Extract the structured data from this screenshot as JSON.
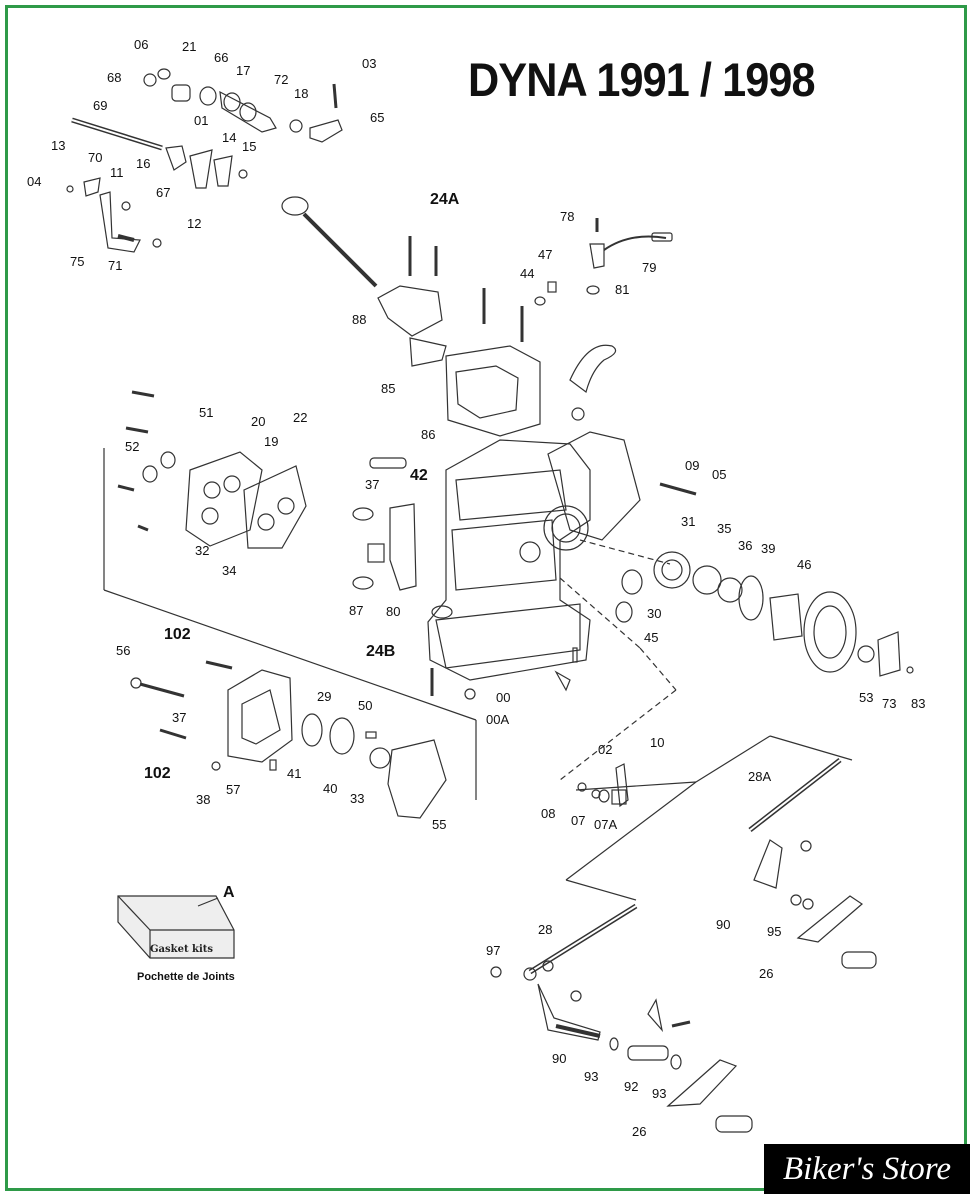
{
  "title": "DYNA 1991 / 1998",
  "gasket_kit": {
    "box_label": "Gasket kits",
    "caption": "Pochette de Joints"
  },
  "store": "Biker's Store",
  "colors": {
    "frame": "#2e9a48",
    "ink": "#333333"
  },
  "labels": [
    "06",
    "21",
    "66",
    "17",
    "72",
    "18",
    "03",
    "65",
    "68",
    "69",
    "01",
    "13",
    "14",
    "15",
    "16",
    "04",
    "70",
    "11",
    "67",
    "12",
    "75",
    "71",
    "24A",
    "78",
    "79",
    "47",
    "44",
    "81",
    "88",
    "85",
    "51",
    "20",
    "19",
    "22",
    "52",
    "86",
    "42",
    "09",
    "05",
    "37",
    "31",
    "35",
    "36",
    "39",
    "46",
    "32",
    "34",
    "87",
    "80",
    "30",
    "45",
    "102",
    "56",
    "24B",
    "00",
    "00A",
    "29",
    "50",
    "37",
    "53",
    "73",
    "83",
    "41",
    "40",
    "33",
    "02",
    "10",
    "102",
    "38",
    "57",
    "08",
    "07",
    "07A",
    "28A",
    "55",
    "A",
    "90",
    "95",
    "28",
    "97",
    "26",
    "90",
    "93",
    "92",
    "93",
    "26"
  ]
}
